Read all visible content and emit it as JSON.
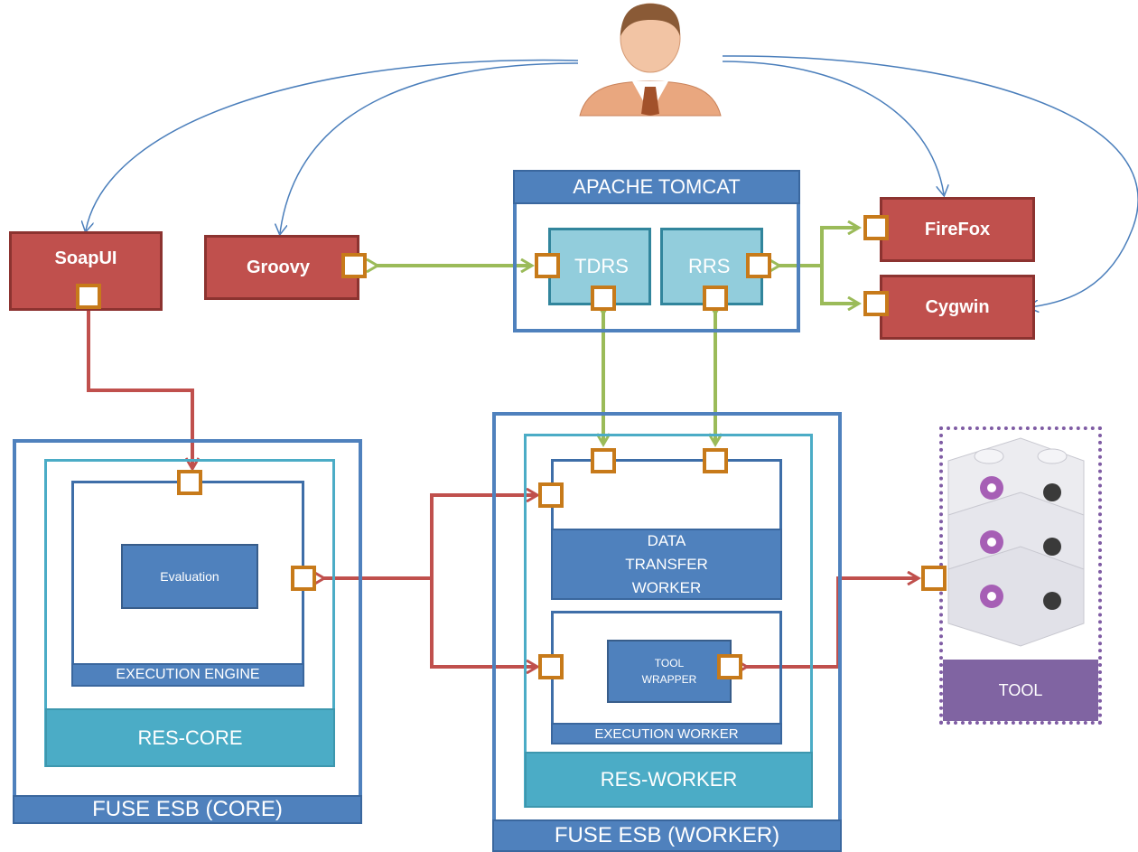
{
  "apache_tomcat": {
    "title": "APACHE TOMCAT",
    "tdrs": "TDRS",
    "rrs": "RRS"
  },
  "clients": {
    "soapui": "SoapUI",
    "groovy": "Groovy",
    "firefox": "FireFox",
    "cygwin": "Cygwin"
  },
  "core": {
    "fuse_label": "FUSE ESB (CORE)",
    "res_label": "RES-CORE",
    "engine_label": "EXECUTION ENGINE",
    "evaluation": "Evaluation"
  },
  "worker": {
    "fuse_label": "FUSE ESB (WORKER)",
    "res_label": "RES-WORKER",
    "data_transfer": "DATA TRANSFER WORKER",
    "execution_worker": "EXECUTION WORKER",
    "tool_wrapper": "TOOL WRAPPER"
  },
  "tool": {
    "label": "TOOL"
  },
  "colors": {
    "blue": "#4f81bd",
    "teal": "#4bacc6",
    "red": "#c0504d",
    "green": "#9bbb59",
    "orange": "#c77a1a",
    "purple": "#8064a2",
    "connector_blue": "#4a7ebb"
  }
}
